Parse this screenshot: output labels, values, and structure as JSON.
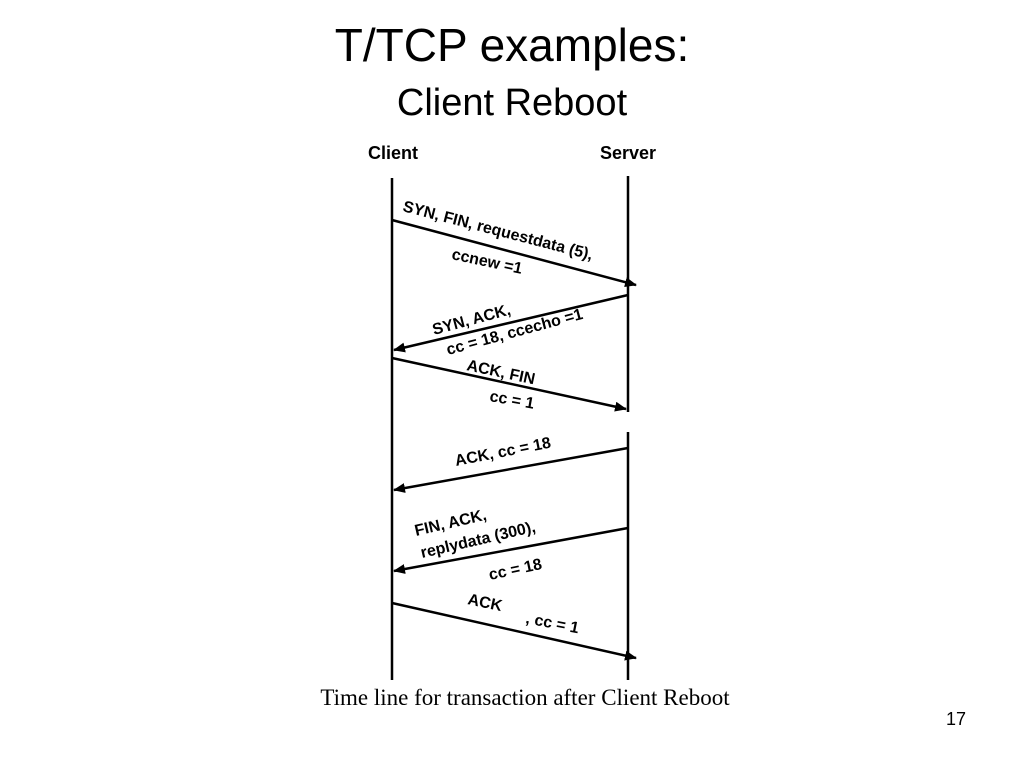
{
  "slide": {
    "title": "T/TCP examples:",
    "subtitle": "Client Reboot",
    "caption": "Time line for transaction after Client Reboot",
    "page_number": "17"
  },
  "diagram": {
    "client_label": "Client",
    "server_label": "Server",
    "messages": [
      {
        "direction": "client-to-server",
        "labels": [
          "SYN, FIN, requestdata (5),",
          "ccnew  =1"
        ]
      },
      {
        "direction": "server-to-client",
        "labels": [
          "SYN, ACK,",
          "cc = 18, ccecho =1"
        ]
      },
      {
        "direction": "client-to-server",
        "labels": [
          "ACK, FIN",
          "cc = 1"
        ]
      },
      {
        "direction": "server-to-client",
        "labels": [
          "ACK,   cc = 18"
        ]
      },
      {
        "direction": "server-to-client",
        "labels": [
          "FIN, ACK,",
          "replydata (300),",
          "cc = 18"
        ]
      },
      {
        "direction": "client-to-server",
        "labels": [
          "ACK",
          ", cc = 1"
        ]
      }
    ]
  }
}
